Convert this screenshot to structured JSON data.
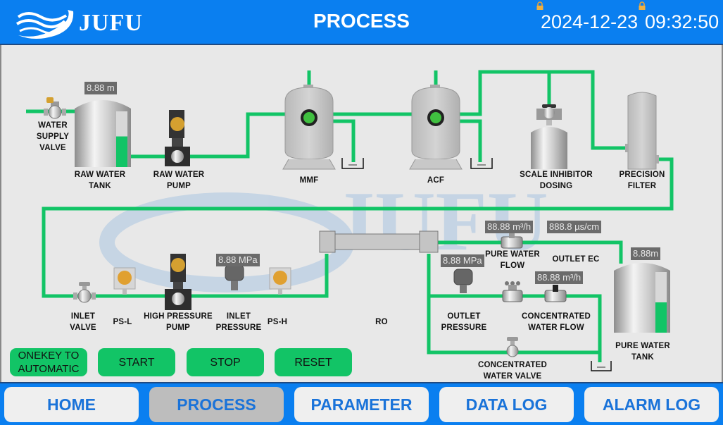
{
  "header": {
    "brand": "JUFU",
    "title": "PROCESS",
    "date": "2024-12-23",
    "time": "09:32:50",
    "icons": [
      "logo-wave-icon",
      "lock-icon",
      "lock-icon"
    ]
  },
  "equipment": {
    "water_supply_valve": "WATER\nSUPPLY\nVALVE",
    "raw_water_tank": "RAW WATER\nTANK",
    "raw_water_pump": "RAW WATER\nPUMP",
    "mmf": "MMF",
    "acf": "ACF",
    "scale_inhibitor": "SCALE INHIBITOR\nDOSING",
    "precision_filter": "PRECISION\nFILTER",
    "inlet_valve": "INLET\nVALVE",
    "ps_l": "PS-L",
    "high_pressure_pump": "HIGH PRESSURE\nPUMP",
    "inlet_pressure": "INLET\nPRESSURE",
    "ps_h": "PS-H",
    "ro": "RO",
    "outlet_pressure": "OUTLET\nPRESSURE",
    "pure_water_flow": "PURE WATER\nFLOW",
    "outlet_ec": "OUTLET EC",
    "concentrated_water_flow": "CONCENTRATED\nWATER FLOW",
    "concentrated_water_valve": "CONCENTRATED\nWATER VALVE",
    "pure_water_tank": "PURE WATER\nTANK"
  },
  "readouts": {
    "raw_tank_level": "8.88 m",
    "inlet_pressure": "8.88 MPa",
    "outlet_pressure": "8.88 MPa",
    "pure_water_flow": "88.88 m³/h",
    "outlet_ec": "888.8 µs/cm",
    "concentrated_water_flow": "88.88 m³/h",
    "pure_tank_level": "8.88m"
  },
  "levels": {
    "raw_water_tank_fraction": 0.55,
    "pure_water_tank_fraction": 0.5
  },
  "colors": {
    "pipe": "#12c466",
    "header": "#0a7ff0",
    "button": "#12c466",
    "nav_text": "#1a73d9"
  },
  "controls": [
    {
      "label": "ONEKEY TO\nAUTOMATIC"
    },
    {
      "label": "START"
    },
    {
      "label": "STOP"
    },
    {
      "label": "RESET"
    }
  ],
  "nav": [
    {
      "label": "HOME",
      "active": false
    },
    {
      "label": "PROCESS",
      "active": true
    },
    {
      "label": "PARAMETER",
      "active": false
    },
    {
      "label": "DATA LOG",
      "active": false
    },
    {
      "label": "ALARM LOG",
      "active": false
    }
  ]
}
